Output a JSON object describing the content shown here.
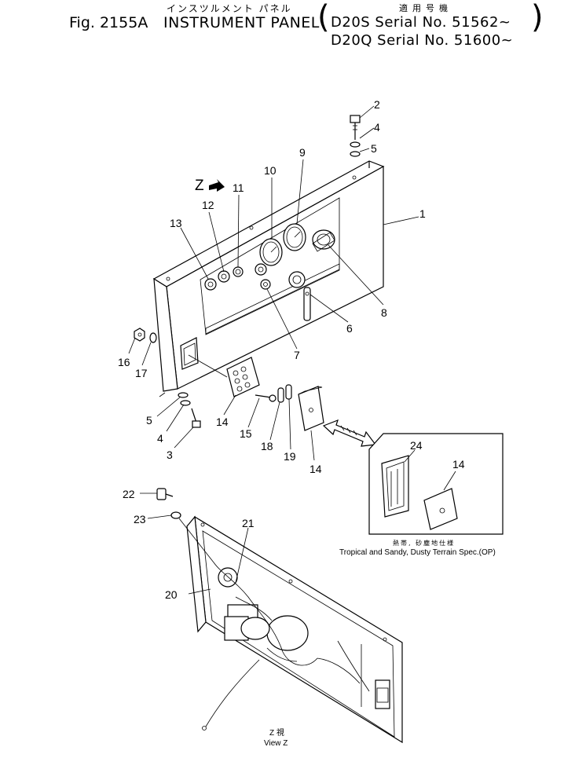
{
  "header": {
    "fig_number": "Fig. 2155A",
    "title_jp": "インスツルメント パネル",
    "title_en": "INSTRUMENT PANEL",
    "serial_jp": "適用号機",
    "serial_line1": "D20S  Serial No. 51562~",
    "serial_line2": "D20Q  Serial No. 51600~"
  },
  "callouts": [
    "1",
    "2",
    "4",
    "5",
    "9",
    "10",
    "11",
    "12",
    "13",
    "8",
    "6",
    "7",
    "16",
    "17",
    "5",
    "4",
    "3",
    "14",
    "15",
    "18",
    "19",
    "14",
    "24",
    "14",
    "22",
    "23",
    "21",
    "20"
  ],
  "view_marker": "Z",
  "inset": {
    "note_jp": "熱帯, 砂塵地仕様",
    "note_en": "Tropical and Sandy, Dusty Terrain Spec.(OP)"
  },
  "view_caption": {
    "jp": "Z  視",
    "en": "View Z"
  }
}
